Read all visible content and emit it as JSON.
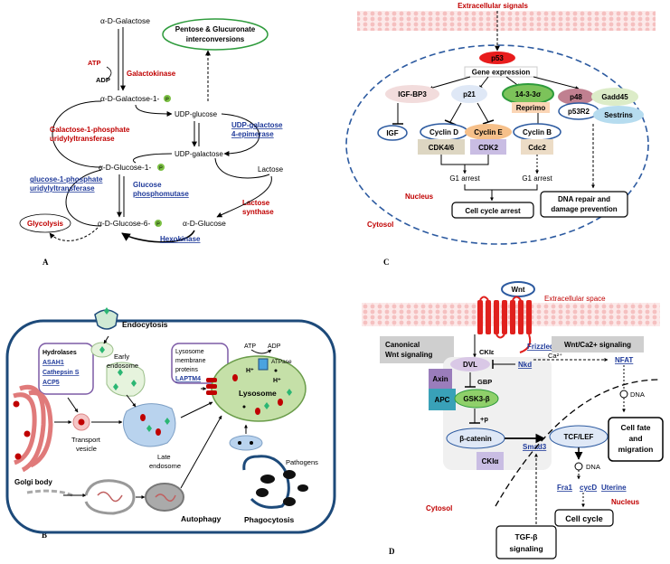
{
  "panelA": {
    "letter": "A",
    "galactose": "α-D-Galactose",
    "atp": "ATP",
    "adp": "ADP",
    "galactokinase": "Galactokinase",
    "gal1p": "α-D-Galactose-1-",
    "pentose": "Pentose & Glucuronate",
    "interconversions": "interconversions",
    "udp_glucose": "UDP-glucose",
    "udp_galactose": "UDP-galactose",
    "gpu1": "Galactose-1-phosphate",
    "gpu2": "uridylyltransferase",
    "udpgal_epi1": "UDP-galactose",
    "udpgal_epi2": "4-epimerase",
    "glc1p": "α-D-Glucose-1-",
    "g1pu1": "glucose-1-phosphate",
    "g1pu2": "uridylyltransferase",
    "pgm1": "Glucose",
    "pgm2": "phosphomutase",
    "lactose": "Lactose",
    "lacsyn1": "Lactose",
    "lacsyn2": "synthase",
    "glycolysis": "Glycolysis",
    "glc6p": "α-D-Glucose-6-",
    "glucose": "α-D-Glucose",
    "hexokinase": "Hexokinase",
    "p": "P"
  },
  "panelB": {
    "letter": "B",
    "endocytosis": "Endocytosis",
    "hydrolases": "Hydrolases",
    "asah1": "ASAH1",
    "cathepsin": "Cathepsin S",
    "acp5": "ACP5",
    "early1": "Early",
    "early2": "endosome",
    "lmp1": "Lysosome",
    "lmp2": "membrane",
    "lmp3": "proteins",
    "laptm4": "LAPTM4",
    "atp": "ATP",
    "adp": "ADP",
    "atpase": "ATPase",
    "h1": "H⁺",
    "h2": "H⁺",
    "lysosome": "Lysosome",
    "transport1": "Transport",
    "transport2": "vesicle",
    "late1": "Late",
    "late2": "endosome",
    "golgi": "Golgi body",
    "pathogens": "Pathogens",
    "autophagy": "Autophagy",
    "phagocytosis": "Phagocytosis"
  },
  "panelC": {
    "letter": "C",
    "extracellular": "Extracellular signals",
    "p53": "p53",
    "gene_expression": "Gene expression",
    "igfbp3": "IGF-BP3",
    "p21": "p21",
    "s1433": "14-3-3σ",
    "p48": "p48",
    "gadd45": "Gadd45",
    "p53r2": "p53R2",
    "sestrins": "Sestrins",
    "reprimo": "Reprimo",
    "igf": "IGF",
    "cyclinD": "Cyclin D",
    "cyclinE": "Cyclin E",
    "cyclinB": "Cyclin B",
    "cdk46": "CDK4/6",
    "cdk2": "CDK2",
    "cdc2": "Cdc2",
    "g1a": "G1 arrest",
    "g1b": "G1 arrest",
    "nucleus": "Nucleus",
    "cca": "Cell cycle arrest",
    "dna1": "DNA repair and",
    "dna2": "damage prevention",
    "cytosol": "Cytosol"
  },
  "panelD": {
    "letter": "D",
    "wnt": "Wnt",
    "extracellular": "Extracellular space",
    "frizzled": "Frizzled",
    "canonical1": "Canonical",
    "canonical2": "Wnt signaling",
    "wntca": "Wnt/Ca2+ signaling",
    "ckie": "CKIε",
    "dvl": "DVL",
    "nkd": "Nkd",
    "ca": "Ca²⁺",
    "nfat": "NFAT",
    "axin": "Axin",
    "apc": "APC",
    "gbp": "GBP",
    "gsk": "GSK3-β",
    "dna1": "DNA",
    "p": "+p",
    "bcat": "β-catenin",
    "tcf": "TCF/LEF",
    "fate1": "Cell fate",
    "fate2": "and",
    "fate3": "migration",
    "smad3": "Smad3",
    "dna2": "DNA",
    "ckia": "CKIα",
    "fra1": "Fra1",
    "cycd": "cycD",
    "uterine": "Uterine",
    "nucleus": "Nucleus",
    "cytosol": "Cytosol",
    "cellcycle": "Cell cycle",
    "tgf1": "TGF-β",
    "tgf2": "signaling"
  }
}
